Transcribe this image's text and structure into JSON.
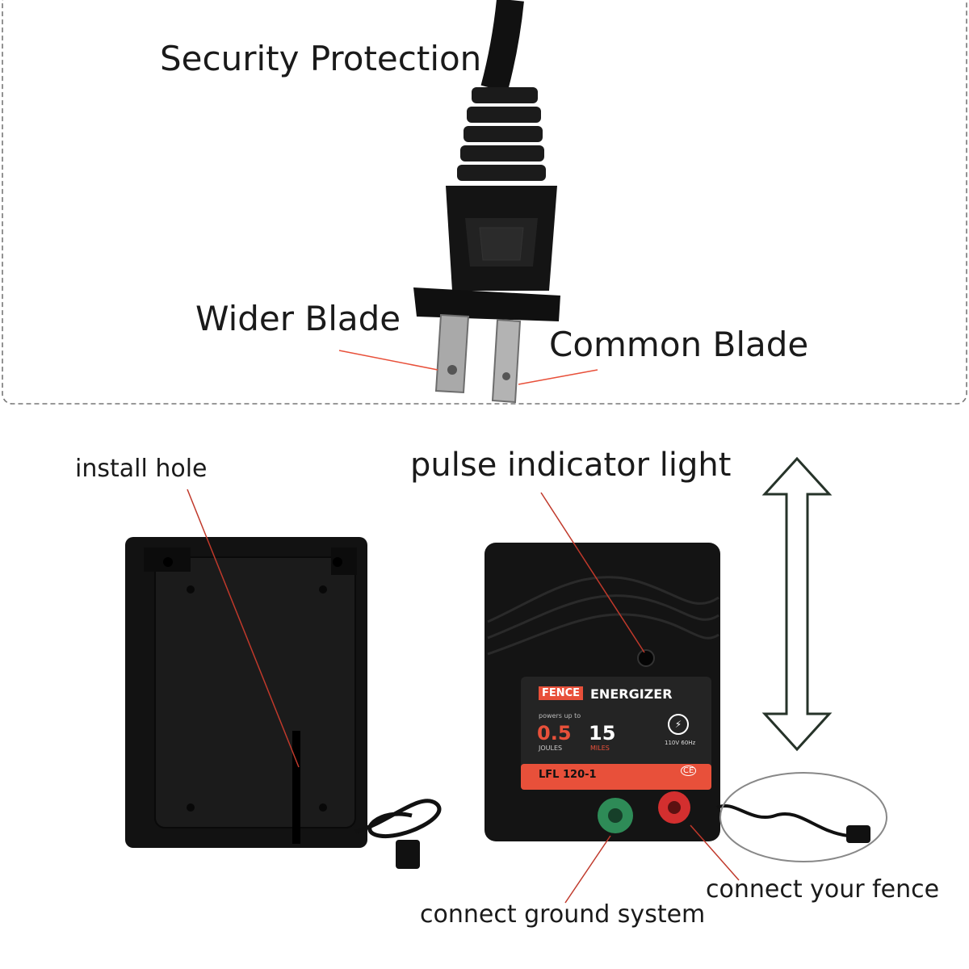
{
  "top_panel": {
    "title": "Security Protection",
    "wider_blade": "Wider Blade",
    "common_blade": "Common Blade"
  },
  "bottom_panel": {
    "install_hole": "install hole",
    "pulse_indicator": "pulse indicator light",
    "connect_ground": "connect ground system",
    "connect_fence": "connect your fence"
  },
  "energizer_label": {
    "brand_box": "FENCE",
    "brand_word": "ENERGIZER",
    "powers_up_to": "powers up to",
    "joules_value": "0.5",
    "joules_unit": "JOULES",
    "miles_value": "15",
    "miles_unit": "MILES",
    "voltage": "110V 60Hz",
    "model": "LFL 120-1",
    "ce_mark": "CE"
  },
  "icons": [
    "plug-icon",
    "double-arrow-icon",
    "power-plug-symbol-icon"
  ],
  "colors": {
    "accent_red": "#e8503a",
    "leader_red": "#c0392b",
    "device_black": "#151515",
    "terminal_green": "#2e8b57",
    "terminal_red": "#d32f2f"
  }
}
